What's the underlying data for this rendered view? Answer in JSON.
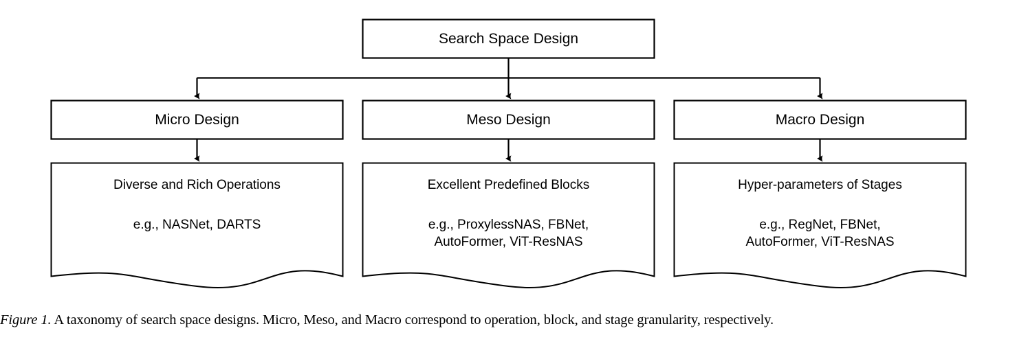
{
  "figure": {
    "root": {
      "label": "Search Space Design"
    },
    "levels": [
      {
        "label": "Micro Design"
      },
      {
        "label": "Meso Design"
      },
      {
        "label": "Macro Design"
      }
    ],
    "leaves": [
      {
        "title": "Diverse and Rich Operations",
        "examples": "e.g., NASNet, DARTS"
      },
      {
        "title": "Excellent Predefined Blocks",
        "examples": "e.g., ProxylessNAS, FBNet,\nAutoFormer, ViT-ResNAS"
      },
      {
        "title": "Hyper-parameters of Stages",
        "examples": "e.g., RegNet, FBNet,\nAutoFormer, ViT-ResNAS"
      }
    ],
    "colors": {
      "stroke": "#000000",
      "fill": "#ffffff",
      "text": "#000000"
    }
  },
  "caption": {
    "figure_label": "Figure 1.",
    "text": " A taxonomy of search space designs. Micro, Meso, and Macro correspond to operation, block, and stage granularity, respectively."
  }
}
